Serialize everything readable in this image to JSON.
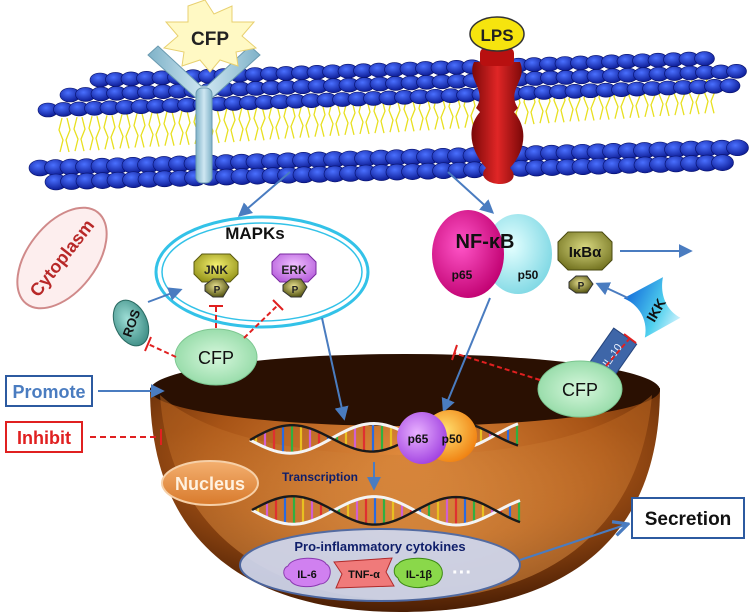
{
  "labels": {
    "cfp_receptor": "CFP",
    "lps": "LPS",
    "mapks": "MAPKs",
    "jnk": "JNK",
    "erk": "ERK",
    "phospho": "P",
    "ros": "ROS",
    "cfp_left": "CFP",
    "cytoplasm": "Cytoplasm",
    "nfkb": "NF-κB",
    "p65": "p65",
    "p50": "p50",
    "ikba": "IκBα",
    "ikk": "IKK",
    "il10": "IL-10",
    "cfp_right": "CFP",
    "nucleus": "Nucleus",
    "transcription": "Transcription",
    "nuc_p65": "p65",
    "nuc_p50": "p50",
    "cytokines_title": "Pro-inflammatory cytokines",
    "il6": "IL-6",
    "tnfa": "TNF-α",
    "il1b": "IL-1β",
    "ellipsis": "···",
    "secretion": "Secretion"
  },
  "legend": {
    "promote": "Promote",
    "inhibit": "Inhibit"
  },
  "colors": {
    "membrane_blue": "#1428c8",
    "promote_arrow": "#4a7cc0",
    "inhibit_line": "#e02020",
    "nucleus_bronze": "#b8621e",
    "cfp_green": "#b8ecc4",
    "receptor_blue": "#a9cfe0",
    "tlr_red": "#c81818",
    "nfkb_magenta": "#e0168c",
    "p50_cyan": "#9ee8ec",
    "ikk_blue": "#1e7fe0"
  }
}
